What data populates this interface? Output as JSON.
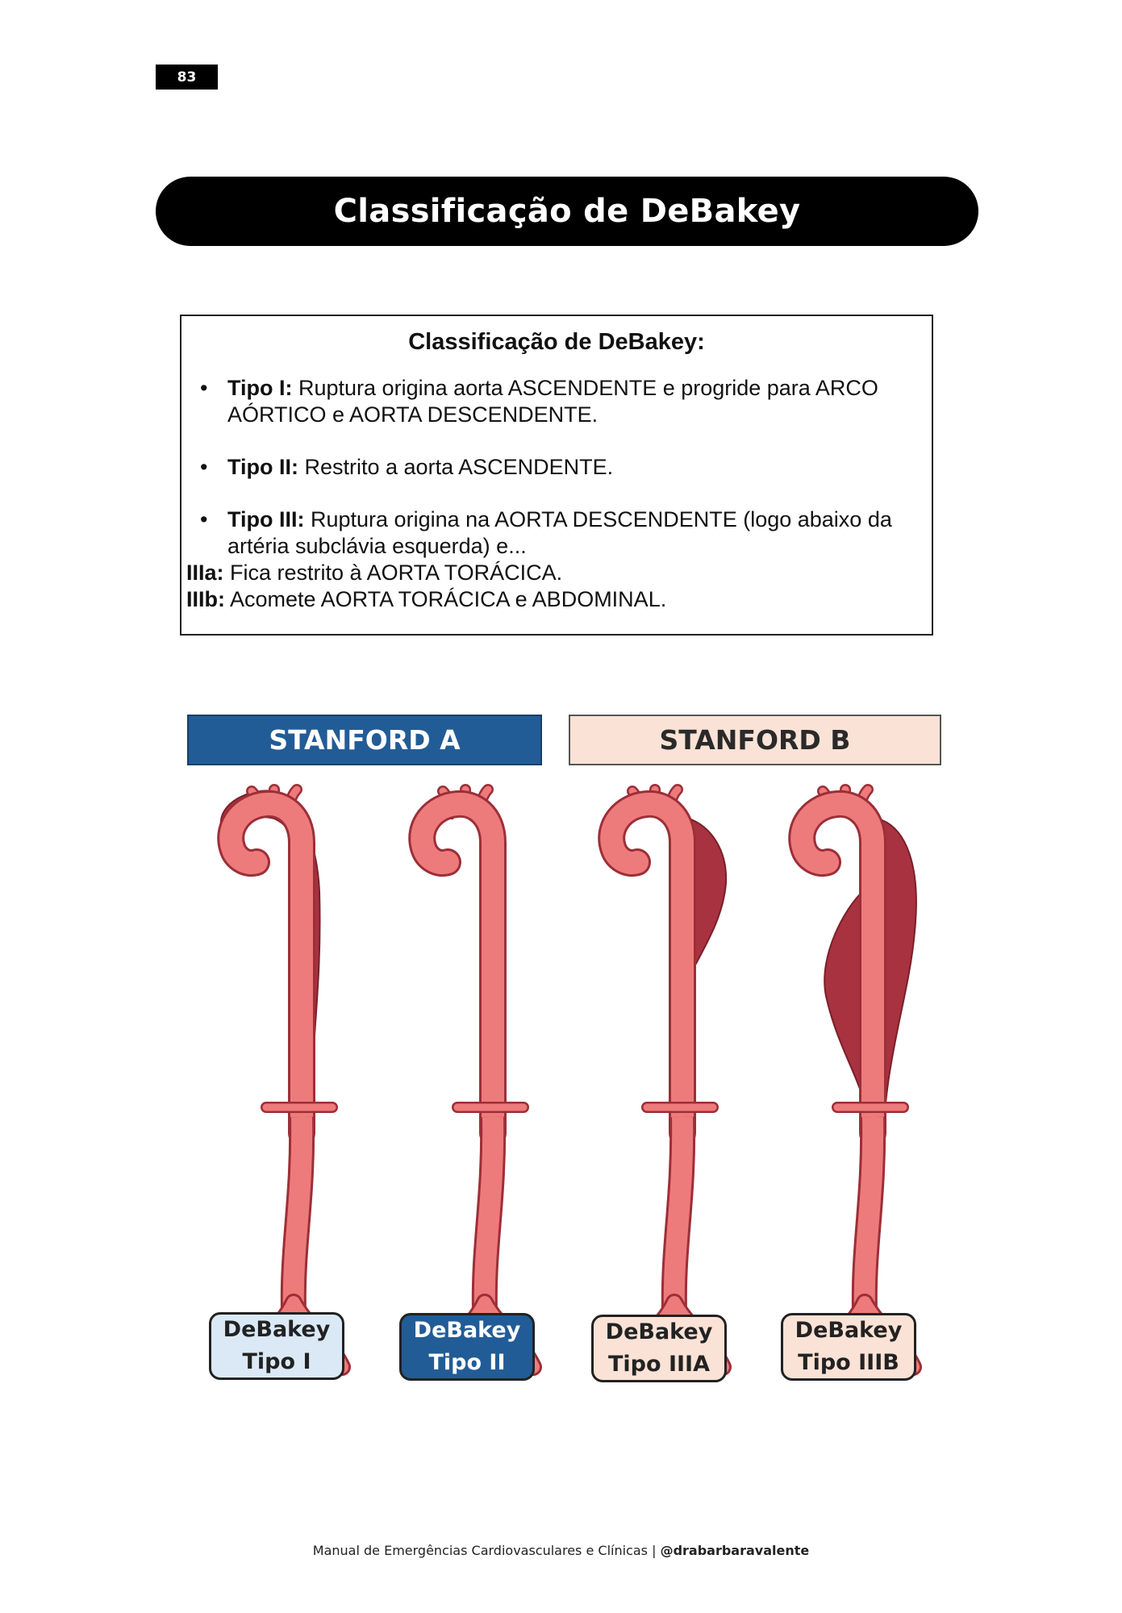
{
  "page_number": "83",
  "title": "Classificação de DeBakey",
  "info_box": {
    "heading": "Classificação de DeBakey:",
    "items": [
      {
        "bullet": "•",
        "term": "Tipo I:",
        "text": " Ruptura origina aorta ASCENDENTE e progride para ARCO AÓRTICO e AORTA DESCENDENTE."
      },
      {
        "bullet": "•",
        "term": "Tipo II:",
        "text": " Restrito a aorta ASCENDENTE."
      },
      {
        "bullet": "•",
        "term": "Tipo III:",
        "text": " Ruptura origina na AORTA DESCENDENTE (logo abaixo da artéria subclávia esquerda) e..."
      }
    ],
    "subtypes": [
      {
        "term": "IIIa:",
        "text": " Fica restrito à AORTA TORÁCICA."
      },
      {
        "term": "IIIb:",
        "text": " Acomete AORTA TORÁCICA e ABDOMINAL."
      }
    ]
  },
  "figure": {
    "stanford_a": "STANFORD A",
    "stanford_b": "STANFORD B",
    "labels": [
      {
        "line1": "DeBakey",
        "line2": "Tipo I"
      },
      {
        "line1": "DeBakey",
        "line2": "Tipo II"
      },
      {
        "line1": "DeBakey",
        "line2": "Tipo IIIA"
      },
      {
        "line1": "DeBakey",
        "line2": "Tipo IIIB"
      }
    ],
    "colors": {
      "aorta": "#ee7b7b",
      "aorta_outline": "#9c2f38",
      "false_lumen": "#a8323f",
      "stanford_a": "#225c96",
      "stanford_b": "#fbe2d6"
    }
  },
  "footer": {
    "text": "Manual de Emergências Cardiovasculares e Clínicas | ",
    "handle": "@drabarbaravalente"
  }
}
